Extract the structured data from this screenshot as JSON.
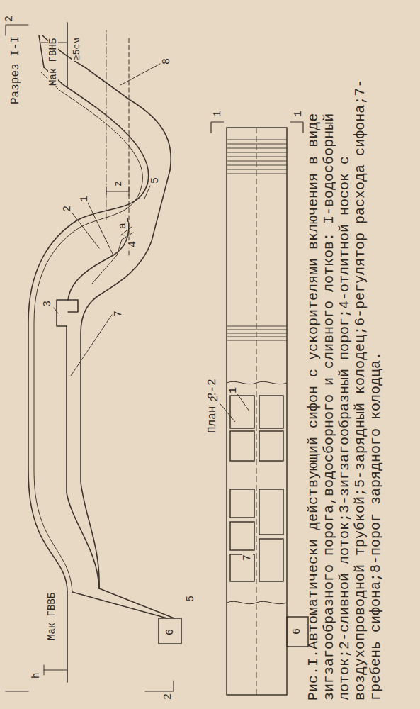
{
  "diagram": {
    "caption": "Рис.I.Автоматически действующий сифон с ускорителями включения в виде зигзагообразного порога,водосборного и сливного лотков: I-водосборный лоток;2-сливной лоток;3-зигзагообразный порог;4-отлитной носок с воздухопроводной трубкой;5-зарядный колодец;6-регулятор расхода сифона;7-гребень сифона;8-порог зарядного колодца.",
    "labels": [
      "Разрез I-I",
      "Мак ГВВБ",
      "h",
      "2",
      "Мак ГВНБ",
      "2",
      "≥5см",
      "3",
      "2",
      "1",
      "7",
      "6",
      "4",
      "a",
      "z",
      "5",
      "8",
      "План 2-2",
      "2",
      "1",
      "7",
      "6",
      "1",
      "1",
      "5"
    ]
  }
}
